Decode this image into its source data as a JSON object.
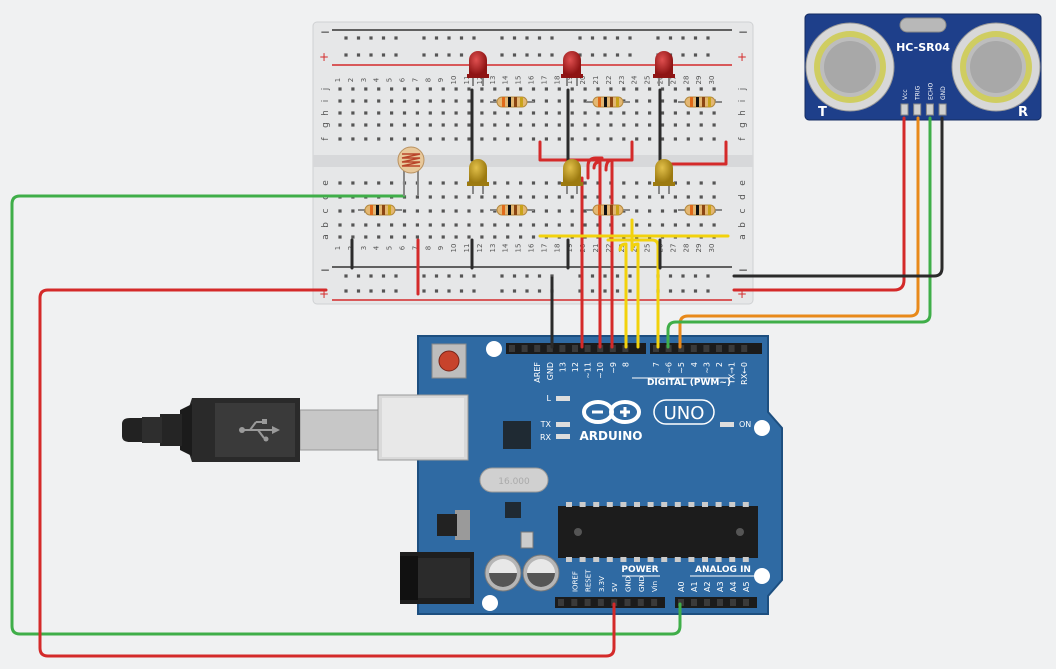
{
  "canvas": {
    "background": "#f0f1f2"
  },
  "colors": {
    "board_blue": "#2f6aa3",
    "board_dark": "#1d4f80",
    "breadboard": "#e6e7e8",
    "wire_red": "#d42a2a",
    "wire_green": "#3fae49",
    "wire_black": "#2b2b2b",
    "wire_orange": "#e8891a",
    "wire_yellow": "#f2d20c",
    "led_red": "#b81f1f",
    "led_yellow": "#c9a21a"
  },
  "breadboard": {
    "rail_plus": "+",
    "rail_minus": "−",
    "row_letters_top": [
      "j",
      "i",
      "h",
      "g",
      "f"
    ],
    "row_letters_bottom": [
      "e",
      "d",
      "c",
      "b",
      "a"
    ],
    "column_numbers": [
      "1",
      "2",
      "3",
      "4",
      "5",
      "6",
      "7",
      "8",
      "9",
      "10",
      "11",
      "12",
      "13",
      "14",
      "15",
      "16",
      "17",
      "18",
      "19",
      "20",
      "21",
      "22",
      "23",
      "24",
      "25",
      "26",
      "27",
      "28",
      "29",
      "30"
    ]
  },
  "sensor": {
    "name": "HC-SR04",
    "pin_labels": [
      "Vcc",
      "TRIG",
      "ECHO",
      "GND"
    ],
    "left_mark": "T",
    "right_mark": "R"
  },
  "arduino": {
    "brand": "ARDUINO",
    "model": "UNO",
    "digital_label": "DIGITAL (PWM~)",
    "power_label": "POWER",
    "analog_label": "ANALOG IN",
    "on_label": "ON",
    "l_label": "L",
    "tx_label": "TX",
    "rx_label": "RX",
    "crystal_label": "16.000",
    "digital_pins": [
      "AREF",
      "GND",
      "13",
      "12",
      "~11",
      "~10",
      "~9",
      "8",
      "7",
      "~6",
      "~5",
      "4",
      "~3",
      "2",
      "TX→1",
      "RX←0"
    ],
    "power_pins": [
      "IOREF",
      "RESET",
      "3.3V",
      "5V",
      "GND",
      "GND",
      "Vin"
    ],
    "analog_pins": [
      "A0",
      "A1",
      "A2",
      "A3",
      "A4",
      "A5"
    ],
    "usb_icon": "usb-icon"
  }
}
